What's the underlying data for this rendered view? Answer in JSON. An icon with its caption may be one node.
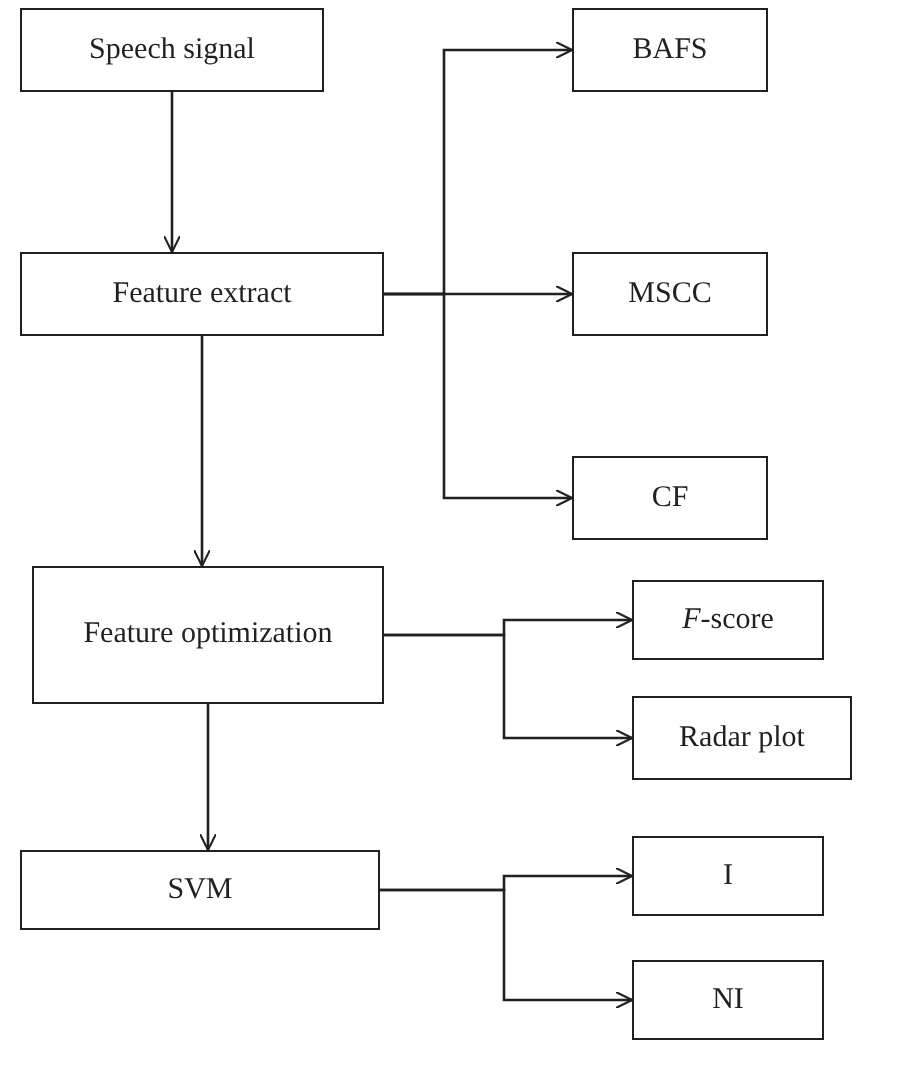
{
  "diagram": {
    "nodes": [
      {
        "text": [
          "Speech signal"
        ]
      },
      {
        "text": [
          "Feature extract"
        ]
      },
      {
        "text": [
          "BAFS"
        ]
      },
      {
        "text": [
          "MSCC"
        ]
      },
      {
        "text": [
          "CF"
        ]
      },
      {
        "text": [
          "Feature optimization"
        ]
      },
      {
        "text": [
          "*F*-score"
        ]
      },
      {
        "text": [
          "Radar plot"
        ]
      },
      {
        "text": [
          "SVM"
        ]
      },
      {
        "text": [
          "I"
        ]
      },
      {
        "text": [
          "NI"
        ]
      }
    ],
    "edges": [
      {
        "from": 0,
        "to": 1,
        "arrow": "to"
      },
      {
        "from": 1,
        "to": 2,
        "arrow": "to"
      },
      {
        "from": 1,
        "to": 3,
        "arrow": "to"
      },
      {
        "from": 1,
        "to": 4,
        "arrow": "to"
      },
      {
        "from": 1,
        "to": 5,
        "arrow": "to"
      },
      {
        "from": 5,
        "to": 6,
        "arrow": "to"
      },
      {
        "from": 5,
        "to": 7,
        "arrow": "to"
      },
      {
        "from": 5,
        "to": 8,
        "arrow": "to"
      },
      {
        "from": 8,
        "to": 9,
        "arrow": "to"
      },
      {
        "from": 8,
        "to": 10,
        "arrow": "to"
      }
    ]
  }
}
